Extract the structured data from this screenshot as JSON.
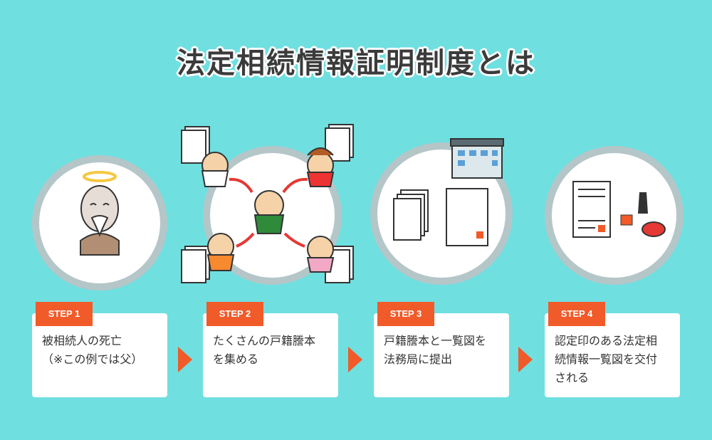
{
  "title": "法定相続情報証明制度とは",
  "steps": [
    {
      "tag": "STEP 1",
      "text": "被相続人の死亡\n（※この例では父）"
    },
    {
      "tag": "STEP 2",
      "text": "たくさんの戸籍謄本\nを集める"
    },
    {
      "tag": "STEP 3",
      "text": "戸籍謄本と一覧図を\n法務局に提出"
    },
    {
      "tag": "STEP 4",
      "text": "認定印のある法定相\n続情報一覧図を交付\nされる"
    }
  ],
  "colors": {
    "background": "#6fdfe0",
    "accent": "#f15a29",
    "ring": "#b5c6c8"
  }
}
